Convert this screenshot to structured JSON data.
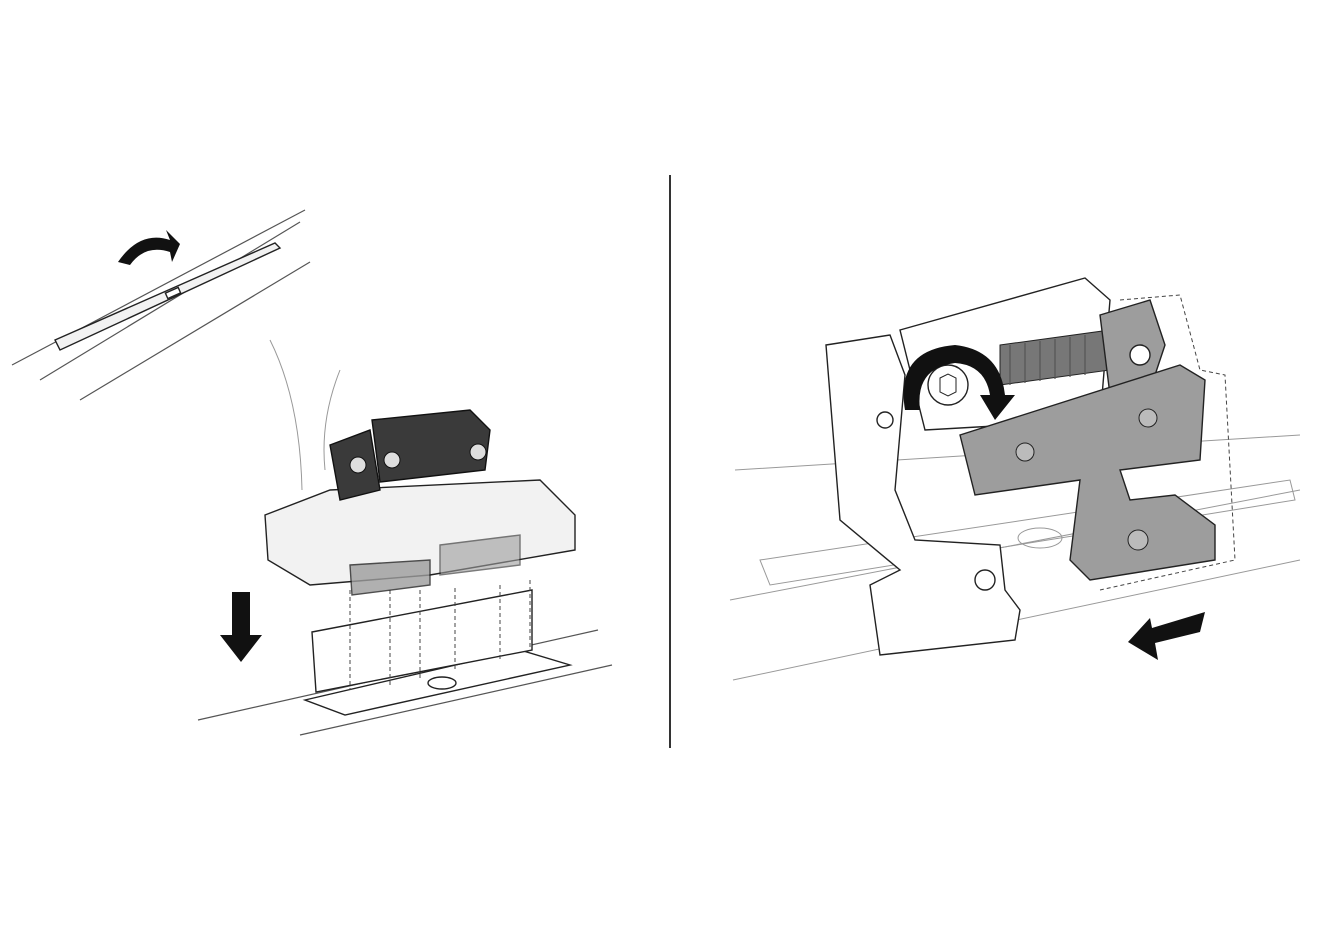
{
  "colors": {
    "background": "#ffffff",
    "line": "#222222",
    "part_dark": "#3a3a3a",
    "part_grey": "#9d9d9d",
    "arrow": "#111111"
  },
  "panels": [
    {
      "step": "remove-cover-and-place-foot",
      "arrows": [
        "curved-up-left",
        "down"
      ]
    },
    {
      "step": "tighten-bolt-and-slide",
      "arrows": [
        "rotate-clockwise",
        "left"
      ]
    }
  ]
}
